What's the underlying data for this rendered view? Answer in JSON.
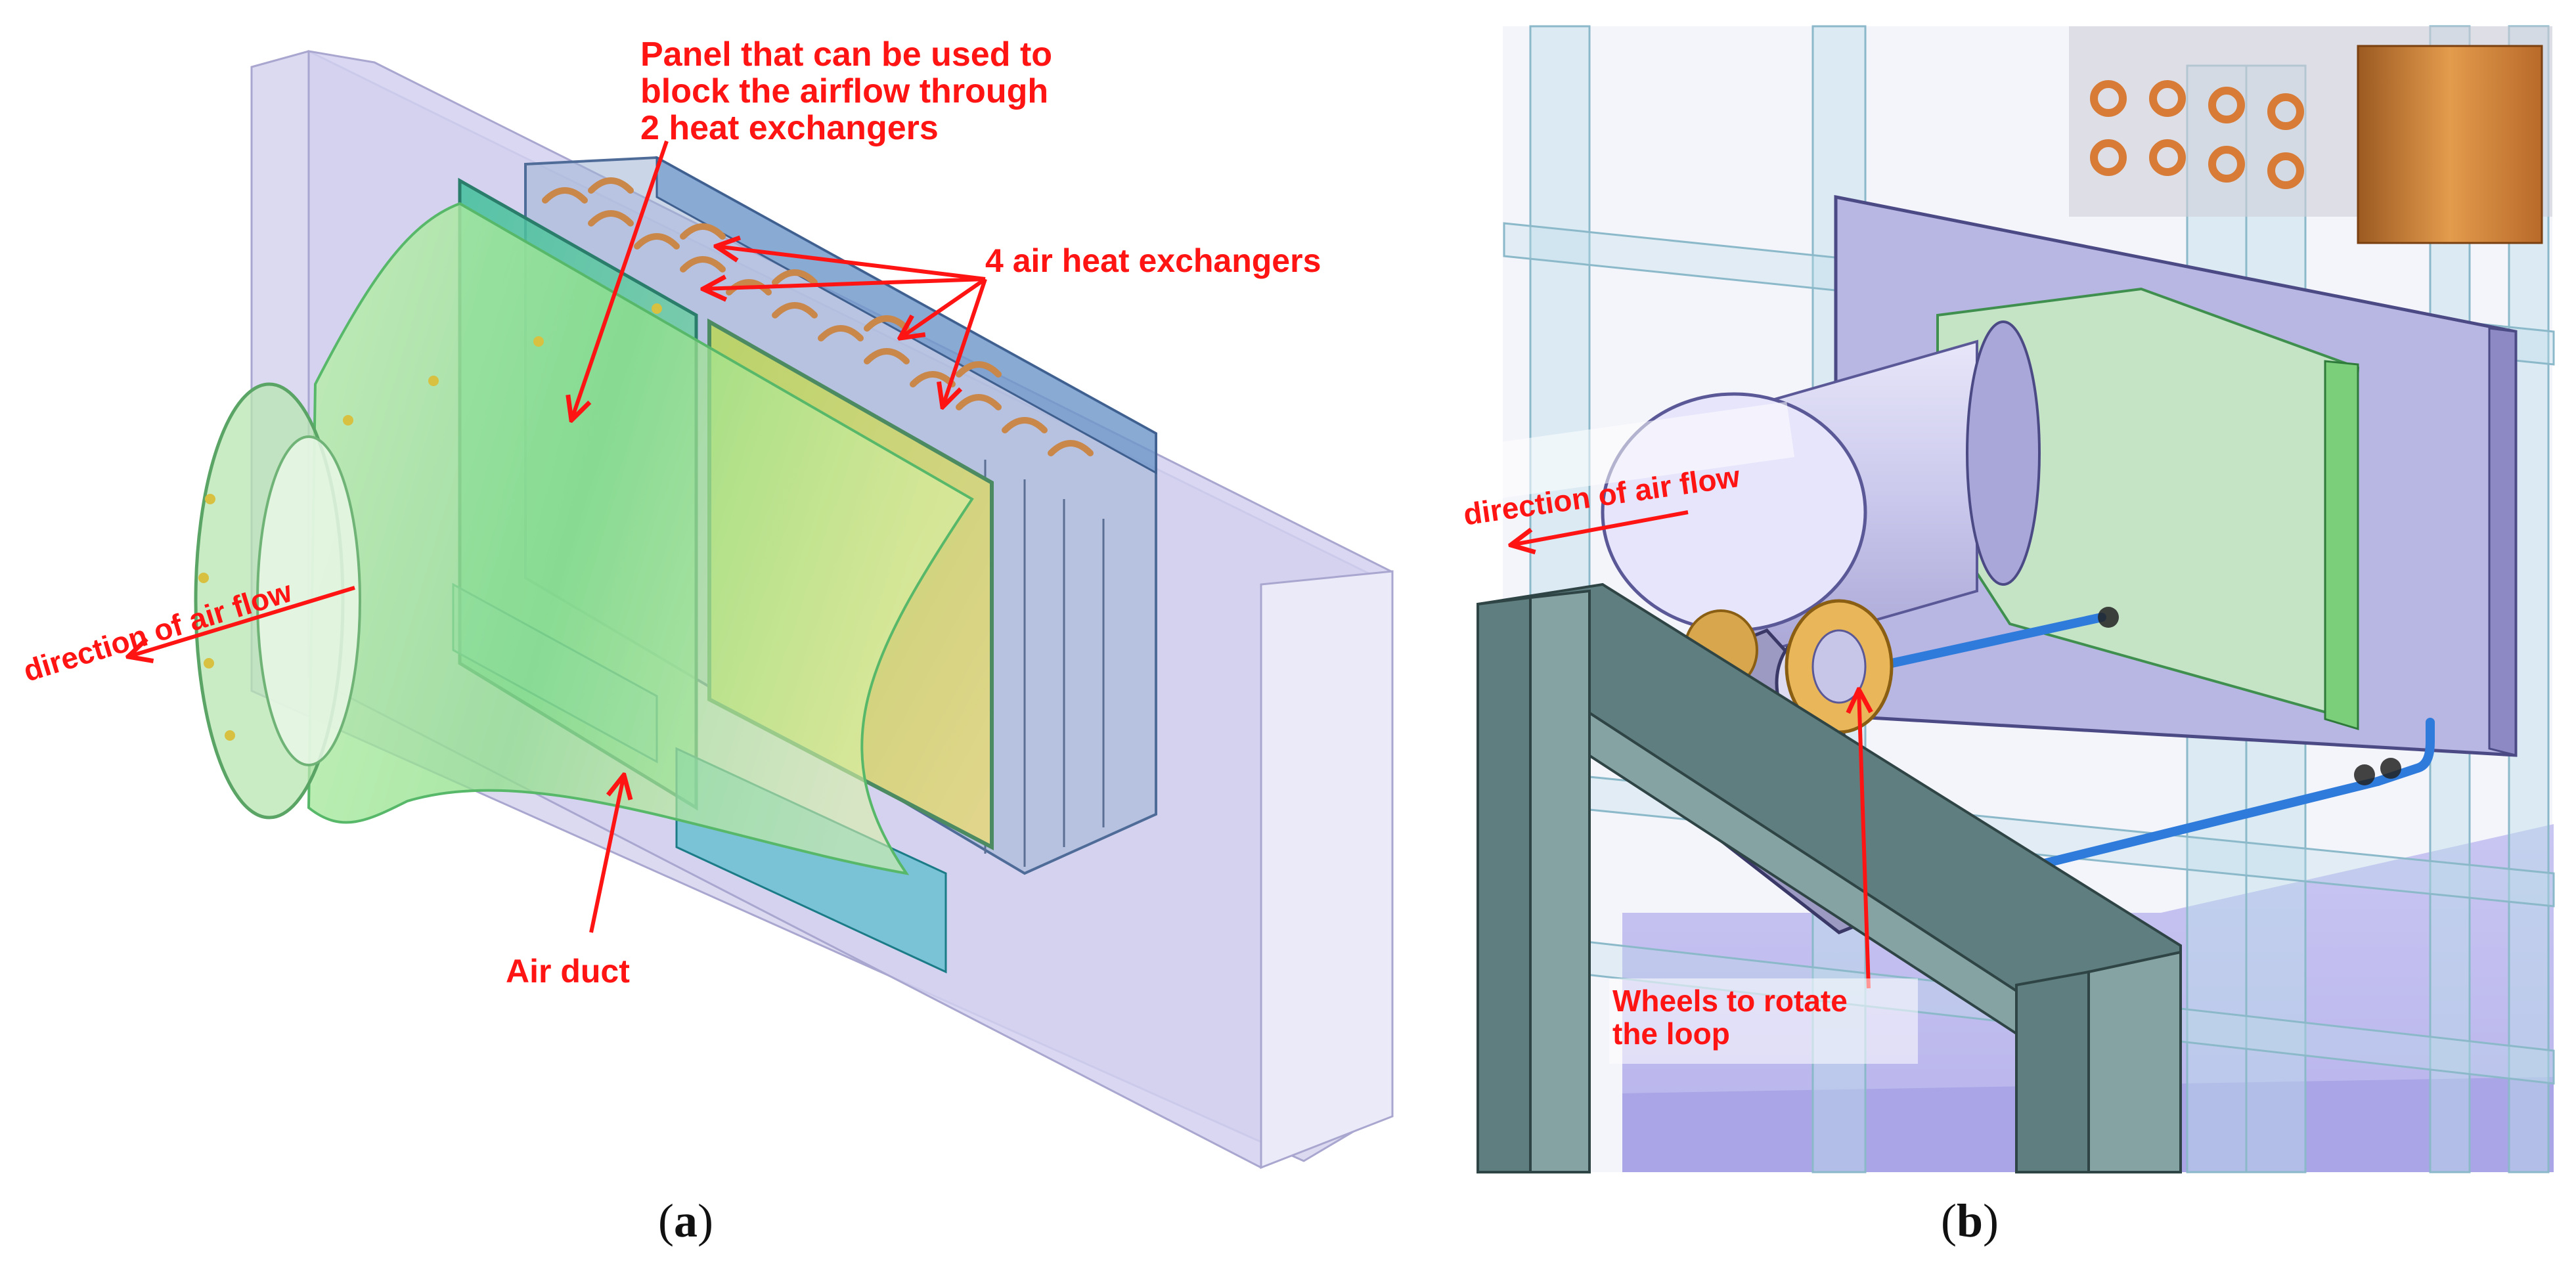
{
  "panel_a": {
    "label_open": "(",
    "label_letter": "a",
    "label_close": ")",
    "annotations": {
      "panel": "Panel that can be used to\nblock the airflow through\n2 heat exchangers",
      "exchangers": "4 air heat exchangers",
      "airflow": "direction of air flow",
      "duct": "Air duct"
    }
  },
  "panel_b": {
    "label_open": "(",
    "label_letter": "b",
    "label_close": ")",
    "annotations": {
      "airflow": "direction of air flow",
      "wheels": "Wheels to rotate\nthe loop"
    }
  },
  "colors": {
    "annotation": "#ff1414",
    "duct_green": "#8fe08a",
    "frame_lavender": "#c9c8ea",
    "copper": "#c88a4a",
    "aluminum_profile": "#5f7e7f"
  }
}
